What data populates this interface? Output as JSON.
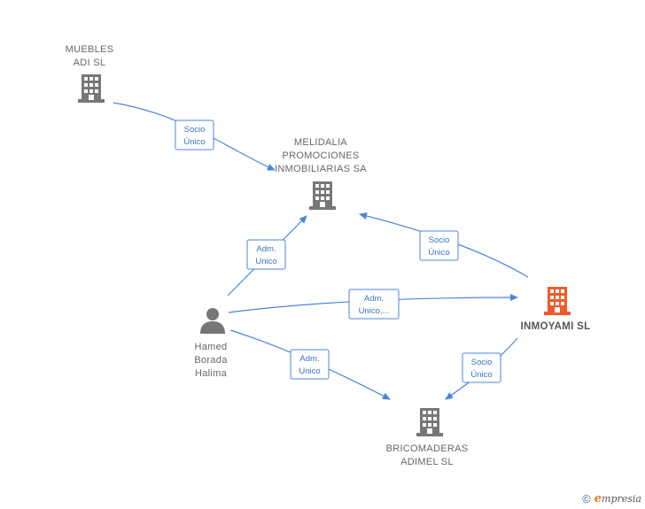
{
  "nodes": {
    "muebles": {
      "line1": "MUEBLES",
      "line2": "ADI  SL",
      "type": "company",
      "color": "#777777"
    },
    "melidalia": {
      "line1": "MELIDALIA",
      "line2": "PROMOCIONES",
      "line3": "INMOBILIARIAS SA",
      "type": "company",
      "color": "#777777"
    },
    "inmoyami": {
      "line1": "INMOYAMI  SL",
      "type": "company",
      "color": "#f05a2a",
      "highlighted": true
    },
    "hamed": {
      "line1": "Hamed",
      "line2": "Borada",
      "line3": "Halima",
      "type": "person",
      "color": "#777777"
    },
    "bricomaderas": {
      "line1": "BRICOMADERAS",
      "line2": "ADIMEL  SL",
      "type": "company",
      "color": "#777777"
    }
  },
  "edges": {
    "muebles_melidalia": {
      "line1": "Socio",
      "line2": "Único"
    },
    "inmoyami_melidalia": {
      "line1": "Socio",
      "line2": "Único"
    },
    "hamed_melidalia": {
      "line1": "Adm.",
      "line2": "Unico"
    },
    "hamed_inmoyami": {
      "line1": "Adm.",
      "line2": "Unico,..."
    },
    "hamed_bricomaderas": {
      "line1": "Adm.",
      "line2": "Unico"
    },
    "inmoyami_bricomaderas": {
      "line1": "Socio",
      "line2": "Único"
    }
  },
  "colors": {
    "edge": "#4a86d8",
    "node": "#777777",
    "highlight": "#f05a2a"
  },
  "footer": {
    "copyright": "©",
    "brand_initial": "e",
    "brand_rest": "mpresia"
  }
}
